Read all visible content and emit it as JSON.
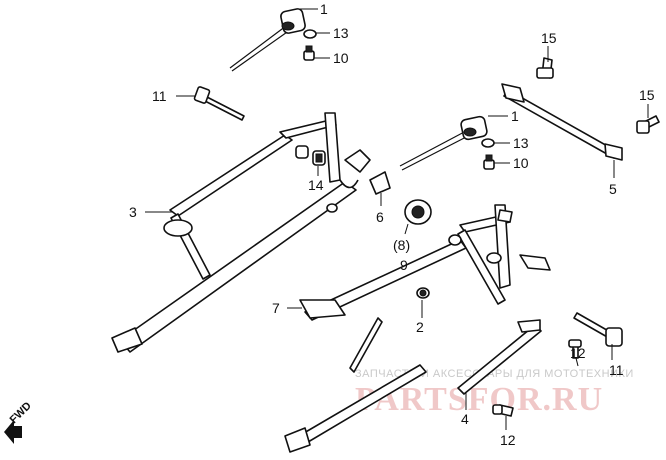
{
  "diagram": {
    "callouts": {
      "c1a": "1",
      "c13a": "13",
      "c10a": "10",
      "c15a": "15",
      "c11a": "11",
      "c15b": "15",
      "c1b": "1",
      "c13b": "13",
      "c10b": "10",
      "c5": "5",
      "c3": "3",
      "c14": "14",
      "c6": "6",
      "c8": "(8)",
      "c9": "9",
      "c7": "7",
      "c2": "2",
      "c4": "4",
      "c12a": "12",
      "c11b": "11",
      "c12b": "12"
    },
    "fwd_label": "FWD",
    "watermark": {
      "caption": "ЗАПЧАСТИ И АКСЕССУАРЫ ДЛЯ МОТОТЕХНИКИ",
      "brand": "PARTSFOR.RU"
    }
  }
}
